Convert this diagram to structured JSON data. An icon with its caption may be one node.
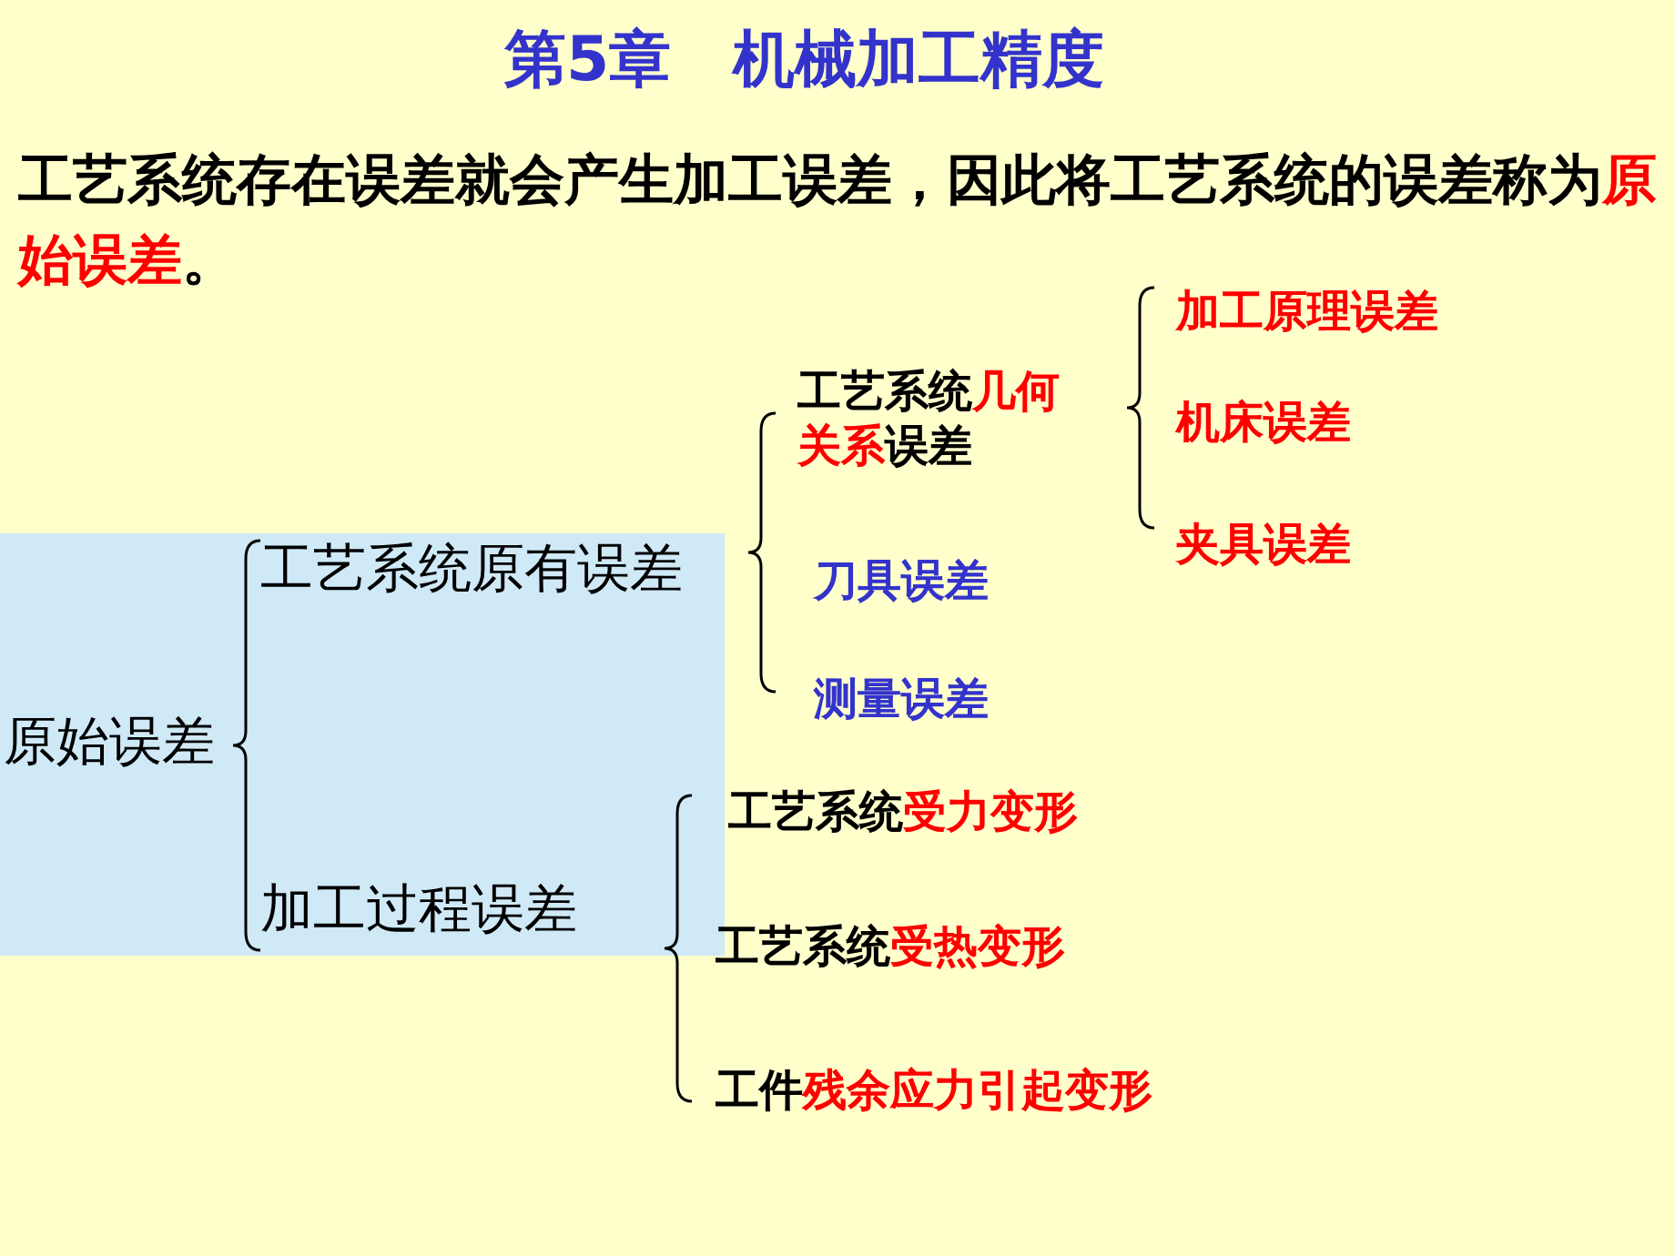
{
  "diagram": {
    "title": "第5章　机械加工精度",
    "nodes": [
      {
        "text": [
          "原始误差",
          "工艺系统原有误差",
          "加工过程误差"
        ]
      }
    ],
    "labels": [
      "工艺系统存在误差就会产生加工误差，因此将工艺系统的误差称为**原始误差**。",
      "加工原理误差",
      "工艺系统**几何关系**误差",
      "机床误差",
      "夹具误差",
      "刀具误差",
      "测量误差",
      "工艺系统**受力变形**",
      "工艺系统**受热变形**",
      "工件**残余应力引起变形**"
    ]
  }
}
